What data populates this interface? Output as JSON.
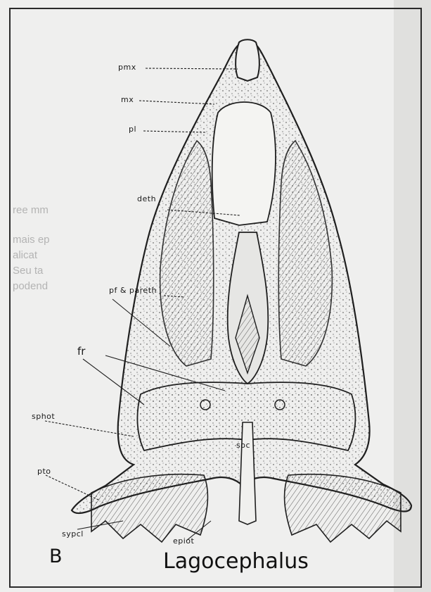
{
  "figure": {
    "panel_letter": "B",
    "genus": "Lagocephalus"
  },
  "labels": {
    "pmx": "pmx",
    "mx": "mx",
    "pl": "pl",
    "deth": "deth",
    "pf_pareth": "pf & pareth",
    "fr": "fr",
    "sphot": "sphot",
    "soc": "soc",
    "pto": "pto",
    "sypcl": "sypcl",
    "epiot": "epiot"
  },
  "bleed_through_text": [
    "ree mm",
    "mais ep",
    "alicat",
    "Seu ta",
    "podend"
  ],
  "colors": {
    "paper": "#efefee",
    "ink": "#1a1a1a",
    "frame": "#2a2a2a"
  }
}
